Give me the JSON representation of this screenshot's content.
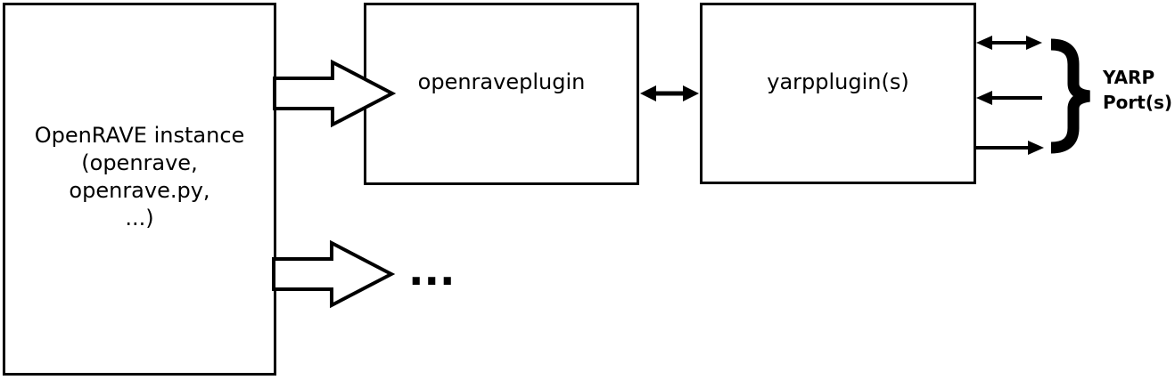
{
  "diagram": {
    "boxes": {
      "openrave": {
        "lines": [
          "OpenRAVE instance",
          "(openrave,",
          "openrave.py,",
          "...)"
        ]
      },
      "openraveplugin": {
        "label": "openraveplugin"
      },
      "yarpplugin": {
        "label": "yarpplugin(s)"
      }
    },
    "annotations": {
      "ellipsis": "...",
      "yarp_ports": {
        "lines": [
          "YARP",
          "Port(s)"
        ]
      }
    },
    "connectors": {
      "openrave_to_openraveplugin": "hollow-right-arrow",
      "openrave_to_other_plugins": "hollow-right-arrow",
      "openraveplugin_to_yarpplugin": "double-headed-arrow",
      "port_top": "double-headed-arrow",
      "port_middle": "left-arrow",
      "port_bottom": "right-arrow",
      "ports_group": "right-curly-brace"
    },
    "colors": {
      "line": "#000000",
      "background": "#ffffff"
    }
  }
}
